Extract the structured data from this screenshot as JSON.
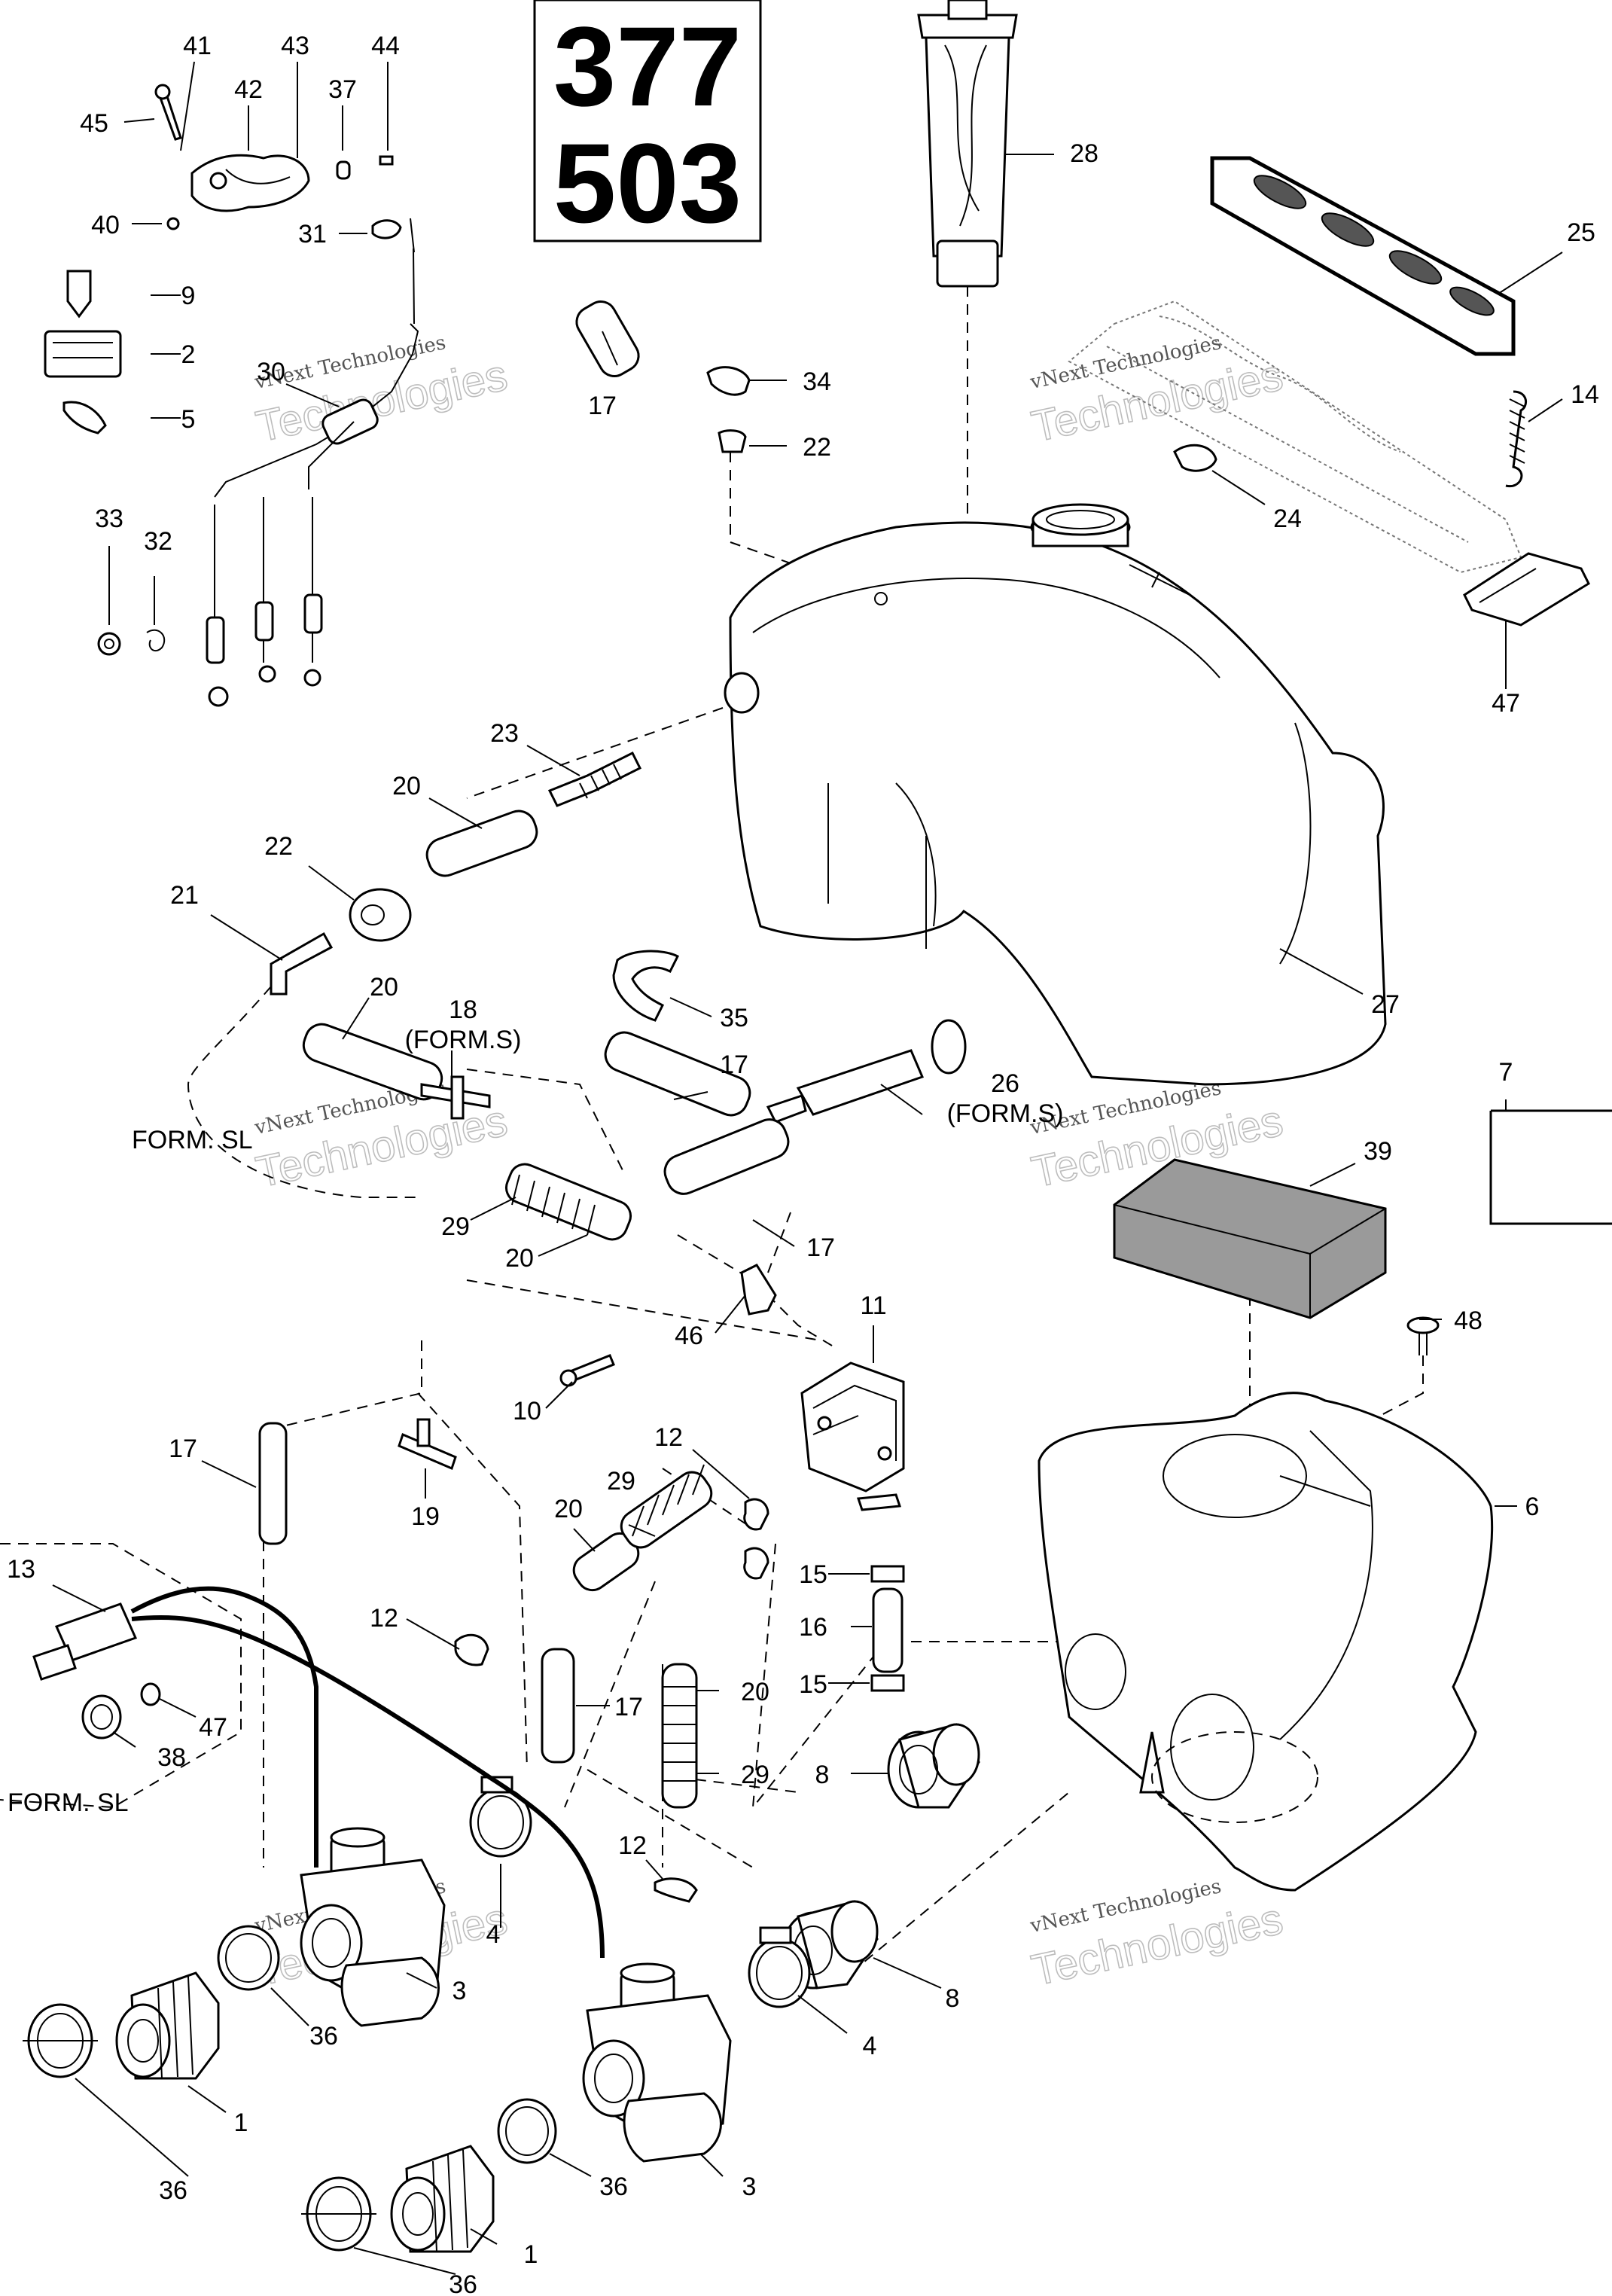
{
  "title_box": {
    "line1": "377",
    "line2": "503"
  },
  "watermark": {
    "line1": "vNext Technologies",
    "line2": "Technologies"
  },
  "form_labels": {
    "form_s": "(FORM.S)",
    "form_sl": "FORM. SL"
  },
  "callouts": {
    "c41": "41",
    "c42": "42",
    "c43": "43",
    "c44": "44",
    "c45": "45",
    "c37": "37",
    "c40": "40",
    "c31": "31",
    "c9": "9",
    "c2": "2",
    "c5": "5",
    "c30": "30",
    "c33": "33",
    "c32": "32",
    "c28": "28",
    "c25": "25",
    "c17a": "17",
    "c34": "34",
    "c22a": "22",
    "c14": "14",
    "c24": "24",
    "c47a": "47",
    "c23": "23",
    "c20a": "20",
    "c22b": "22",
    "c21": "21",
    "c27": "27",
    "c35": "35",
    "c20b": "20",
    "c18": "18",
    "c17b": "17",
    "c26": "26",
    "c7": "7",
    "c39": "39",
    "c29a": "29",
    "c20c": "20",
    "c17c": "17",
    "c11": "11",
    "c46": "46",
    "c48": "48",
    "c10": "10",
    "c17d": "17",
    "c12a": "12",
    "c29b": "29",
    "c20d": "20",
    "c19": "19",
    "c6": "6",
    "c13": "13",
    "c15a": "15",
    "c16": "16",
    "c15b": "15",
    "c12b": "12",
    "c17e": "17",
    "c20e": "20",
    "c47b": "47",
    "c29c": "29",
    "c38": "38",
    "c8a": "8",
    "c12c": "12",
    "c4a": "4",
    "c8b": "8",
    "c36a": "36",
    "c3a": "3",
    "c4b": "4",
    "c1a": "1",
    "c36b": "36",
    "c36c": "36",
    "c3b": "3",
    "c1b": "1",
    "c36d": "36"
  },
  "colors": {
    "ink": "#000000",
    "paper": "#ffffff",
    "watermark": "#bdbdbd",
    "gasket_fill": "#9a9a9a"
  }
}
